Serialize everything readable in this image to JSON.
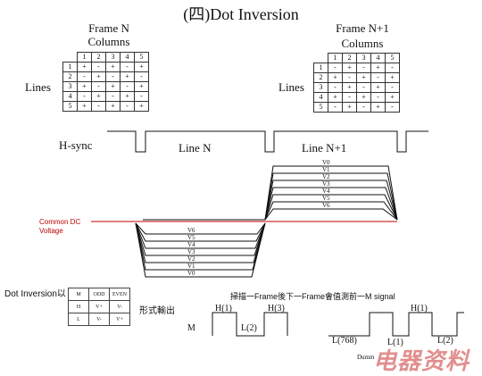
{
  "title": "(四)Dot Inversion",
  "frame_n": {
    "title": "Frame N",
    "columns_label": "Columns",
    "lines_label": "Lines",
    "col_headers": [
      "1",
      "2",
      "3",
      "4",
      "5"
    ],
    "rows": [
      {
        "label": "1",
        "cells": [
          "+",
          "-",
          "+",
          "-",
          "+"
        ]
      },
      {
        "label": "2",
        "cells": [
          "-",
          "+",
          "-",
          "+",
          "-"
        ]
      },
      {
        "label": "3",
        "cells": [
          "+",
          "-",
          "+",
          "-",
          "+"
        ]
      },
      {
        "label": "4",
        "cells": [
          "-",
          "+",
          "-",
          "+",
          "-"
        ]
      },
      {
        "label": "5",
        "cells": [
          "+",
          "-",
          "+",
          "-",
          "+"
        ]
      }
    ]
  },
  "frame_n1": {
    "title": "Frame N+1",
    "columns_label": "Columns",
    "lines_label": "Lines",
    "col_headers": [
      "1",
      "2",
      "3",
      "4",
      "5"
    ],
    "rows": [
      {
        "label": "1",
        "cells": [
          "-",
          "+",
          "-",
          "+",
          "-"
        ]
      },
      {
        "label": "2",
        "cells": [
          "+",
          "-",
          "+",
          "-",
          "+"
        ]
      },
      {
        "label": "3",
        "cells": [
          "-",
          "+",
          "-",
          "+",
          "-"
        ]
      },
      {
        "label": "4",
        "cells": [
          "+",
          "-",
          "+",
          "-",
          "+"
        ]
      },
      {
        "label": "5",
        "cells": [
          "-",
          "+",
          "-",
          "+",
          "-"
        ]
      }
    ]
  },
  "hsync": {
    "label": "H-sync",
    "line_n": "Line N",
    "line_n1": "Line N+1"
  },
  "common_dc": "Common DC\nVoltage",
  "levels_top": [
    "V0",
    "V1",
    "V2",
    "V3",
    "V4",
    "V5",
    "V6"
  ],
  "levels_bottom": [
    "V6",
    "V5",
    "V4",
    "V3",
    "V2",
    "V1",
    "V0"
  ],
  "dot_inversion_label": "Dot Inversion以",
  "mini_table": [
    [
      "M",
      "ODD",
      "EVEN"
    ],
    [
      "H",
      "V+",
      "V-"
    ],
    [
      "L",
      "V-",
      "V+"
    ]
  ],
  "form_output": "形式輸出",
  "scan_note": "掃描一Frame後下一Frame會值測前一M signal",
  "m_signal": {
    "m_label": "M",
    "h1": "H(1)",
    "l2": "L(2)",
    "h3": "H(3)",
    "l768": "L(768)",
    "l1": "L(1)",
    "h1b": "H(1)",
    "l2b": "L(2)",
    "dummy": "Dumm"
  },
  "watermark": "电器资料",
  "colors": {
    "red": "#c00000",
    "line": "#111111"
  }
}
